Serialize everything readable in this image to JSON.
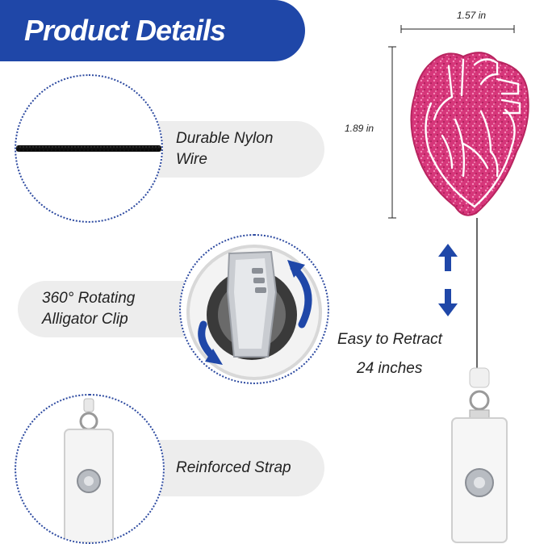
{
  "banner": {
    "title": "Product Details"
  },
  "features": {
    "nylon": {
      "line1": "Durable Nylon",
      "line2": "Wire"
    },
    "clip": {
      "line1": "360° Rotating",
      "line2": "Alligator Clip"
    },
    "strap": {
      "line1": "Reinforced Strap"
    }
  },
  "dimensions": {
    "width": "1.57 in",
    "height": "1.89 in"
  },
  "retract": {
    "line1": "Easy to Retract",
    "line2": "24 inches"
  },
  "icons": {
    "heart": "anatomical-heart-icon",
    "arrows": "up-down-arrow-icon",
    "rotate": "rotate-arrow-icon"
  },
  "colors": {
    "brand": "#1f47a8",
    "heart_pink": "#d6367a",
    "pill_bg": "#ededed",
    "arrow": "#1f47a8"
  }
}
